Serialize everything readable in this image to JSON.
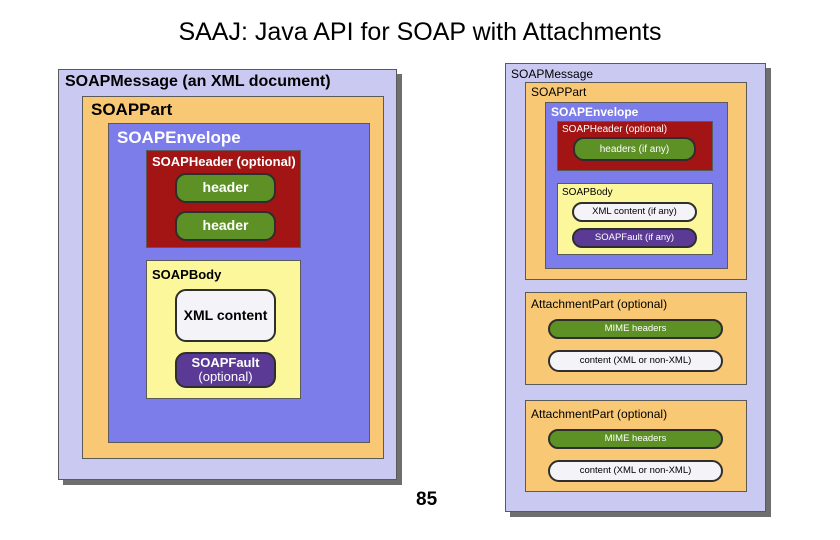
{
  "title": "SAAJ:  Java API for SOAP with Attachments",
  "page_number": "85",
  "left_diagram": {
    "message_label": "SOAPMessage (an XML document)",
    "part_label": "SOAPPart",
    "envelope_label": "SOAPEnvelope",
    "header_label": "SOAPHeader (optional)",
    "header_items": [
      "header",
      "header"
    ],
    "body_label": "SOAPBody",
    "xml_content": "XML content",
    "fault_line1": "SOAPFault",
    "fault_line2": "(optional)"
  },
  "right_diagram": {
    "message_label": "SOAPMessage",
    "part_label": "SOAPPart",
    "envelope_label": "SOAPEnvelope",
    "header_label": "SOAPHeader (optional)",
    "headers_item": "headers (if any)",
    "body_label": "SOAPBody",
    "xml_content": "XML content (if any)",
    "fault": "SOAPFault (if any)",
    "attachments": [
      {
        "label": "AttachmentPart (optional)",
        "mime": "MIME headers",
        "content": "content (XML or non-XML)"
      },
      {
        "label": "AttachmentPart (optional)",
        "mime": "MIME headers",
        "content": "content (XML or non-XML)"
      }
    ]
  },
  "colors": {
    "message_bg": "#c9c9f2",
    "part_bg": "#f8c874",
    "envelope_bg": "#7c7cea",
    "header_bg": "#a31414",
    "body_bg": "#fbf79a",
    "green_pill": "#5d9126",
    "purple_pill": "#5b3a96"
  }
}
